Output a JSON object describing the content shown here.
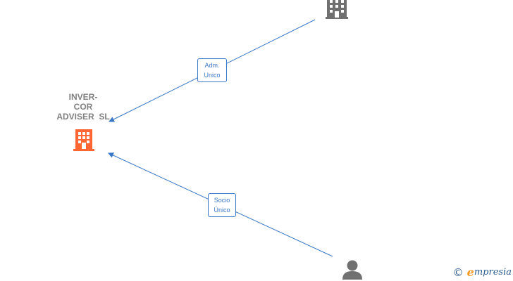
{
  "nodes": {
    "company": {
      "label": "INVER-\nCOR\nADVISER  SL",
      "icon": "building-icon",
      "color": "#ff6633"
    },
    "top_company": {
      "icon": "building-icon",
      "color": "#707070"
    },
    "person": {
      "icon": "person-icon",
      "color": "#707070"
    }
  },
  "edges": [
    {
      "from": "top_company",
      "to": "company",
      "label_line1": "Adm.",
      "label_line2": "Unico",
      "color": "#3a78c8"
    },
    {
      "from": "person",
      "to": "company",
      "label_line1": "Socio",
      "label_line2": "Único",
      "color": "#3a78c8"
    }
  ],
  "brand": {
    "copyright": "©",
    "e_letter": "e",
    "rest": "mpresia"
  }
}
